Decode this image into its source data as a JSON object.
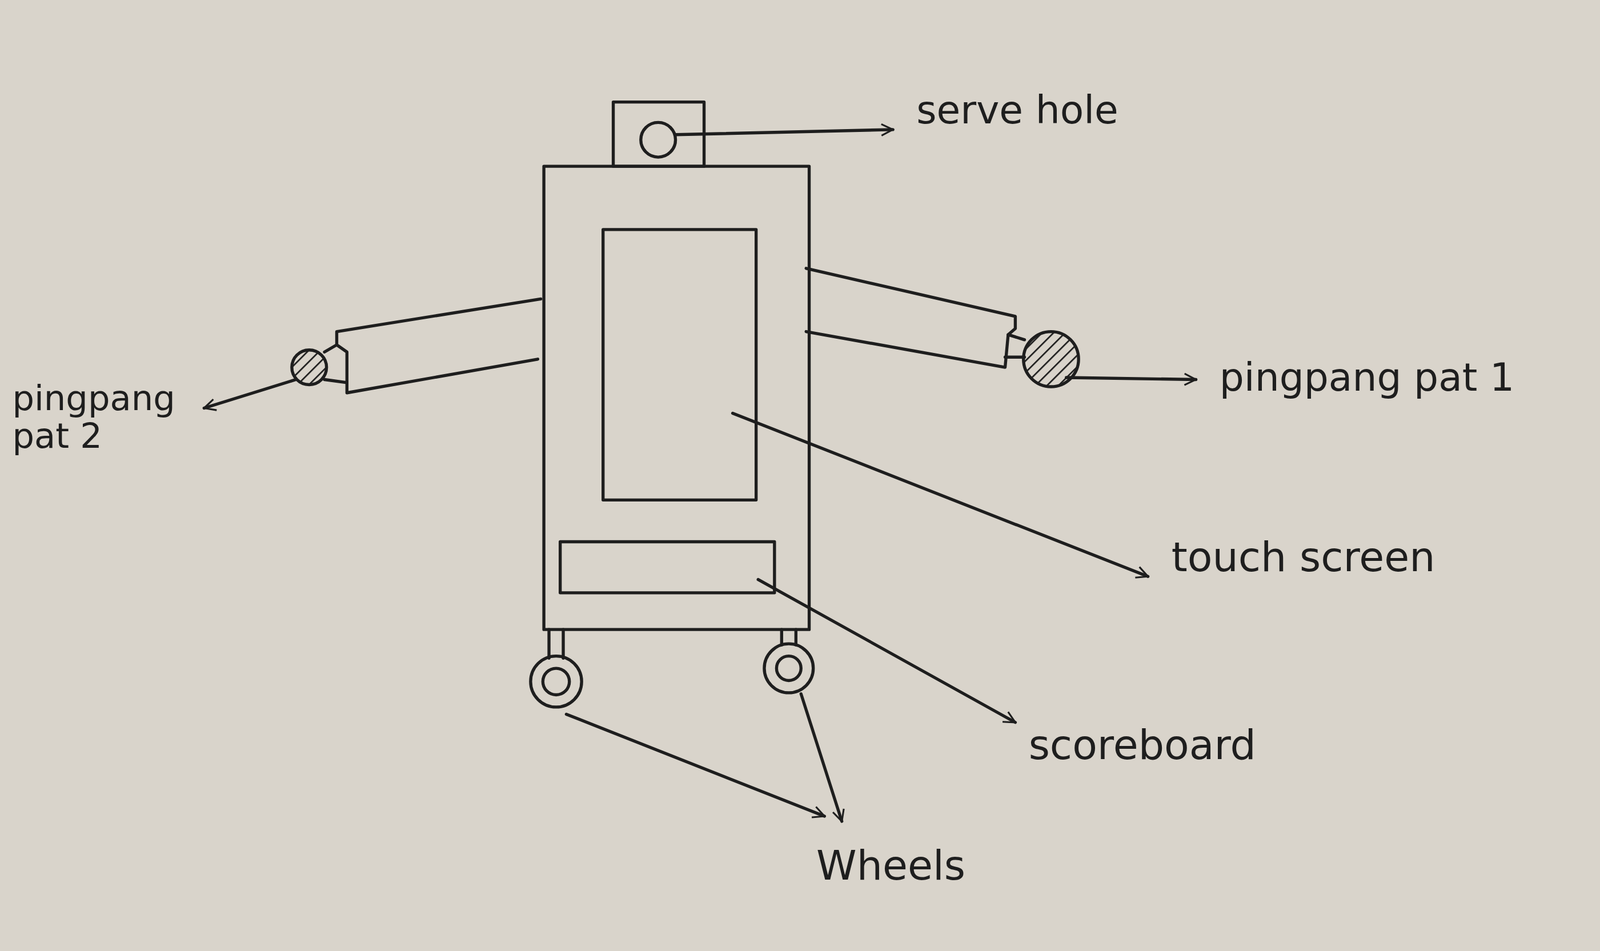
{
  "diagram": {
    "labels": [
      "serve hole",
      "pingpang pat 1",
      "pingpang pat 2",
      "touch screen",
      "scoreboard",
      "Wheels"
    ]
  }
}
